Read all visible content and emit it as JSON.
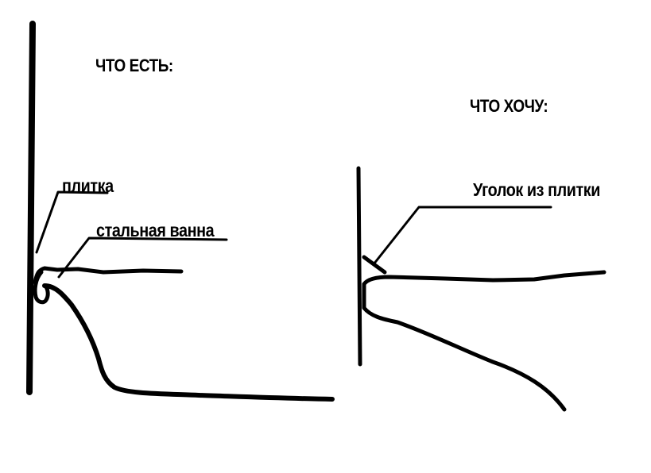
{
  "diagram": {
    "before": {
      "heading": "ЧТО ЕСТЬ:",
      "label_tile": "плитка",
      "label_bath": "стальная ванна"
    },
    "after": {
      "heading": "ЧТО ХОЧУ:",
      "label_corner": "Уголок из плитки"
    },
    "colors": {
      "ink": "#000000",
      "background": "#ffffff"
    }
  }
}
